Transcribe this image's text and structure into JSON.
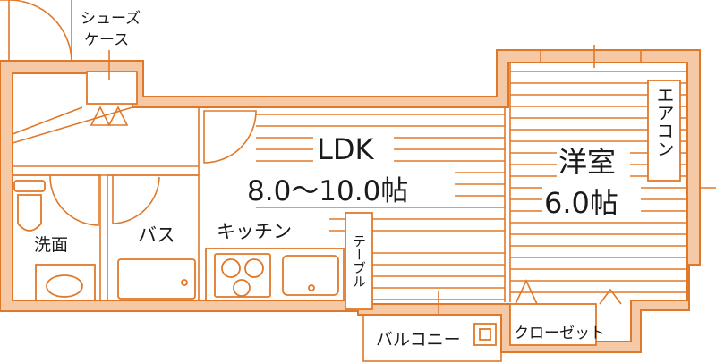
{
  "colors": {
    "wall_fill": "#f6c9a6",
    "line": "#e0782a",
    "background": "#ffffff",
    "text": "#1a1a1a"
  },
  "labels": {
    "shoe_case_1": "シューズ",
    "shoe_case_2": "ケース",
    "ldk_name": "LDK",
    "ldk_size": "8.0～10.0帖",
    "western_name": "洋室",
    "western_size": "6.0帖",
    "aircon": "エアコン",
    "washroom": "洗面",
    "bath": "バス",
    "kitchen": "キッチン",
    "table": "テーブル",
    "balcony": "バルコニー",
    "closet": "クローゼット"
  }
}
